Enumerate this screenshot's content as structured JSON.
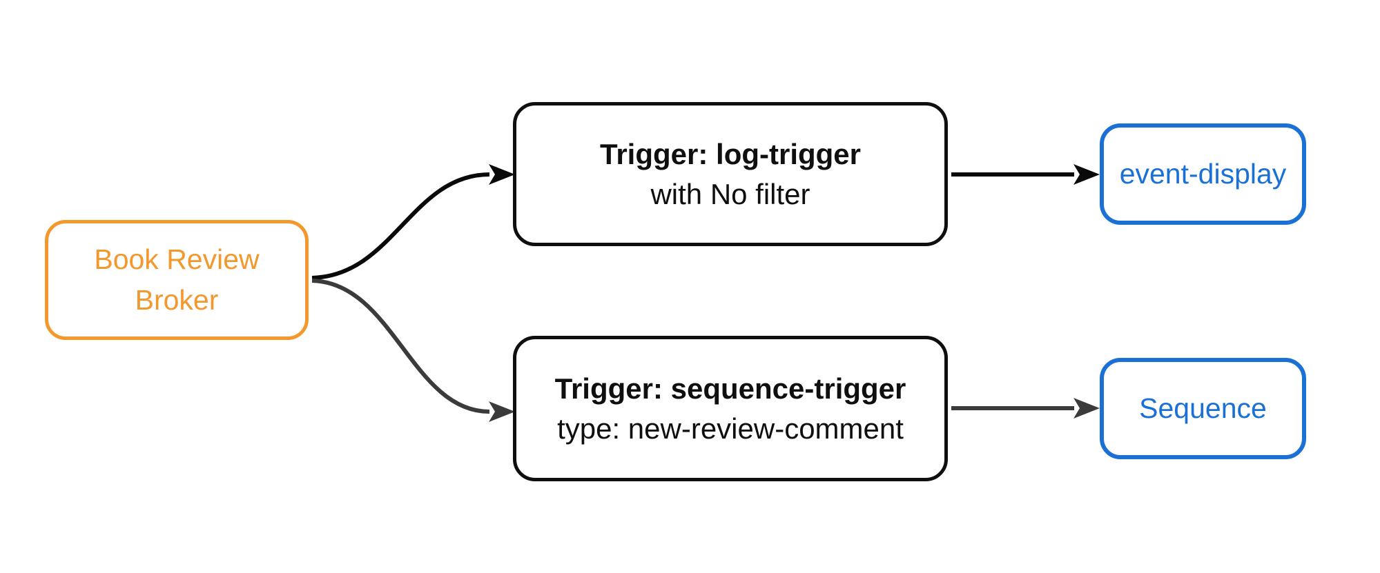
{
  "diagram": {
    "type": "flow-diagram",
    "background": "#ffffff",
    "nodes": {
      "broker": {
        "label": "Book Review Broker",
        "color": "#F2982D"
      },
      "trigger_log": {
        "title": "Trigger: log-trigger",
        "subtitle": "with No filter",
        "color": "#0f0f0f"
      },
      "trigger_sequence": {
        "title": "Trigger: sequence-trigger",
        "subtitle": "type: new-review-comment",
        "color": "#0f0f0f"
      },
      "sink_event_display": {
        "label": "event-display",
        "color": "#1B70D5"
      },
      "sink_sequence": {
        "label": "Sequence",
        "color": "#1B70D5"
      }
    },
    "edges": [
      {
        "from": "broker",
        "to": "trigger_log"
      },
      {
        "from": "broker",
        "to": "trigger_sequence"
      },
      {
        "from": "trigger_log",
        "to": "sink_event_display"
      },
      {
        "from": "trigger_sequence",
        "to": "sink_sequence"
      }
    ]
  },
  "colors": {
    "arrow_black": "#0a0a0a",
    "arrow_gray": "#3B3B3B",
    "orange": "#F2982D",
    "blue": "#1B70D5"
  }
}
